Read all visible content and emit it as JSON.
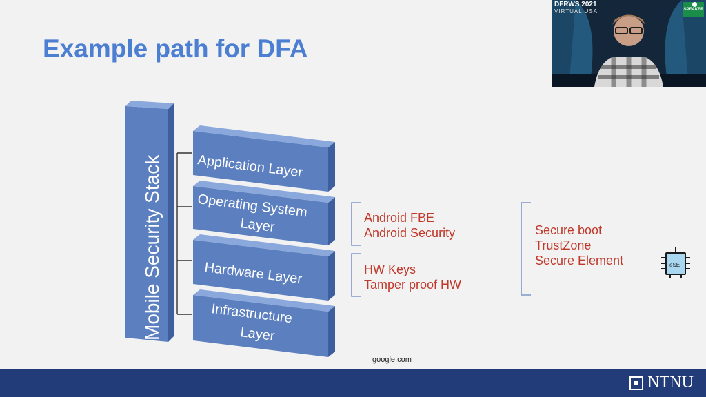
{
  "slide": {
    "title": "Example path for DFA",
    "source": "google.com"
  },
  "stack": {
    "label": "Mobile Security Stack",
    "layers": [
      "Application Layer",
      "Operating System",
      "Layer",
      "Hardware Layer",
      "Infrastructure",
      "Layer"
    ]
  },
  "groups": {
    "os": [
      "Android FBE",
      "Android Security"
    ],
    "hw": [
      "HW Keys",
      "Tamper proof HW"
    ],
    "secure": [
      "Secure boot",
      "TrustZone",
      "Secure Element"
    ]
  },
  "chip_label": "eSE",
  "video": {
    "badge": "DFRWS 2021",
    "subbadge": "VIRTUAL USA",
    "speaker": "SPEAKER"
  },
  "footer": {
    "logo_text": "NTNU"
  },
  "colors": {
    "title": "#4c7fd1",
    "box_front": "#5b7fbf",
    "box_side": "#3d5f9d",
    "box_top": "#8aa8dc",
    "red_text": "#c0392b",
    "footer": "#213c79"
  }
}
